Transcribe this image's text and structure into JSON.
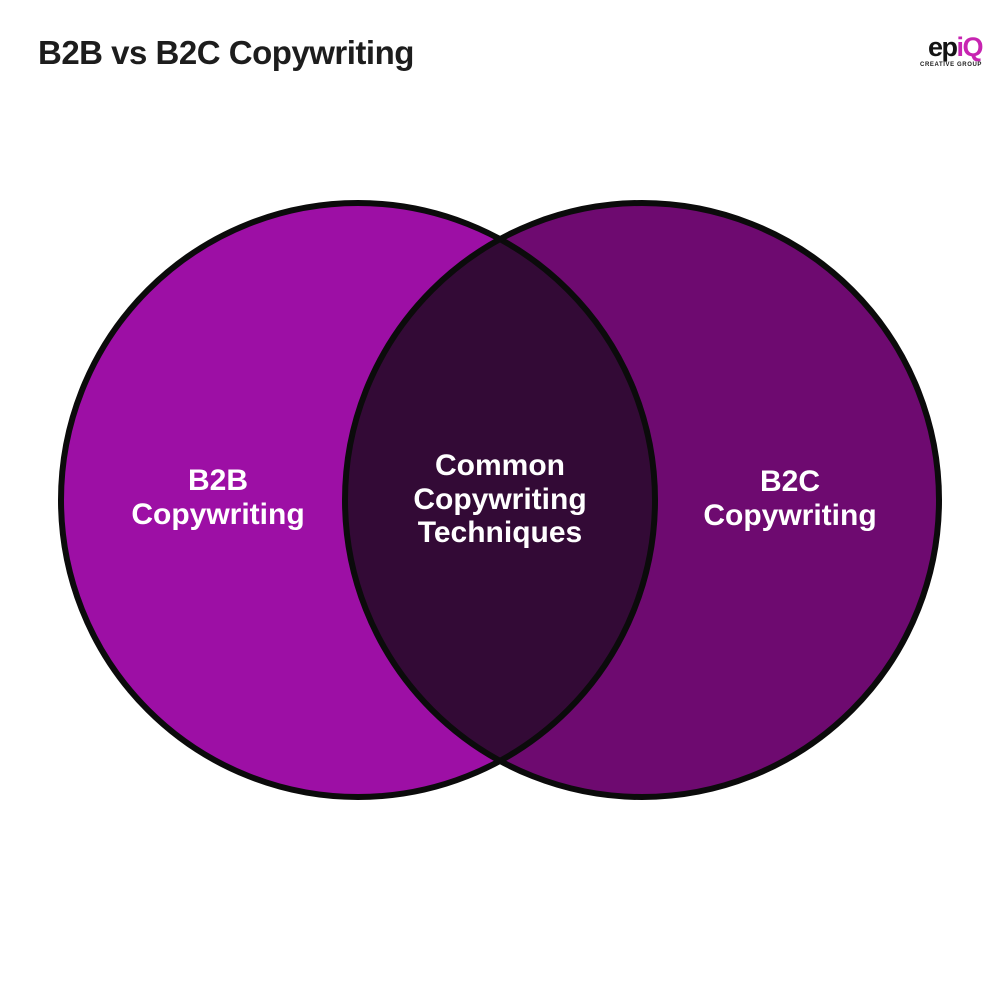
{
  "header": {
    "title": "B2B vs B2C Copywriting",
    "logo": {
      "word_prefix": "ep",
      "word_accent": "iQ",
      "tagline": "CREATIVE GROUP",
      "accent_color": "#C724B1"
    }
  },
  "venn": {
    "left_circle": {
      "label_lines": [
        "B2B",
        "Copywriting"
      ],
      "color": "#9D0FA5"
    },
    "right_circle": {
      "label_lines": [
        "B2C",
        "Copywriting"
      ],
      "color": "#6E0A70"
    },
    "overlap": {
      "label_lines": [
        "Common",
        "Copywriting",
        "Techniques"
      ],
      "color": "#330A36"
    },
    "outline_color": "#0B0B0B",
    "label_color": "#FFFFFF",
    "background_color": "#FFFFFF"
  }
}
